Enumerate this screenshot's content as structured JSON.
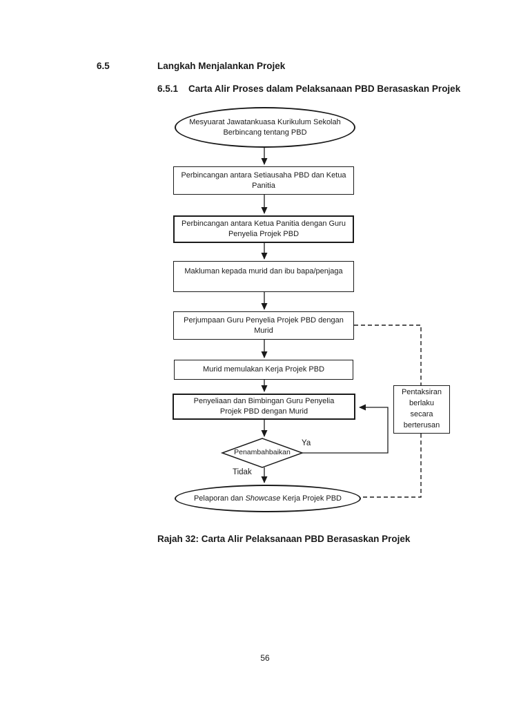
{
  "document": {
    "section_number": "6.5",
    "section_title": "Langkah Menjalankan Projek",
    "subsection_number": "6.5.1",
    "subsection_title": "Carta Alir Proses dalam Pelaksanaan PBD Berasaskan Projek",
    "figure_caption": "Rajah 32: Carta Alir Pelaksanaan PBD Berasaskan Projek",
    "page_number": "56"
  },
  "flowchart": {
    "nodes": {
      "start": {
        "shape": "terminator",
        "label": "Mesyuarat Jawatankuasa Kurikulum Sekolah Berbincang tentang PBD"
      },
      "step1": {
        "shape": "process",
        "label": "Perbincangan antara Setiausaha PBD dan Ketua Panitia"
      },
      "step2": {
        "shape": "process",
        "label": "Perbincangan antara Ketua Panitia dengan Guru Penyelia Projek PBD"
      },
      "step3": {
        "shape": "process",
        "label": "Makluman kepada murid dan ibu bapa/penjaga"
      },
      "step4": {
        "shape": "process",
        "label": "Perjumpaan Guru Penyelia Projek PBD dengan Murid"
      },
      "step5": {
        "shape": "process",
        "label": "Murid memulakan Kerja Projek PBD"
      },
      "step6": {
        "shape": "process",
        "label": "Penyeliaan dan Bimbingan Guru Penyelia Projek PBD dengan Murid"
      },
      "decision": {
        "shape": "decision",
        "label": "Penambahbaikan"
      },
      "end": {
        "shape": "terminator",
        "label_prefix": "Pelaporan dan ",
        "label_italic": "Showcase",
        "label_suffix": " Kerja Projek PBD"
      },
      "side_note": {
        "shape": "process",
        "label": "Pentaksiran berlaku secara berterusan"
      }
    },
    "edge_labels": {
      "yes": "Ya",
      "no": "Tidak"
    }
  },
  "colors": {
    "background": "#ffffff",
    "line": "#1a1a1a",
    "text": "#1a1a1a"
  }
}
